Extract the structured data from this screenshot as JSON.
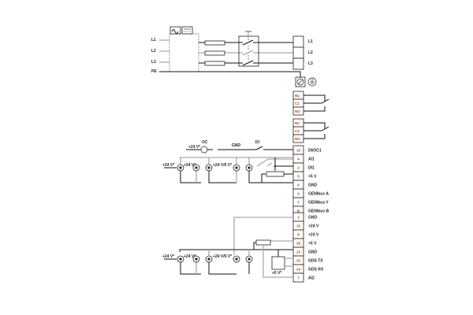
{
  "mains": {
    "inputs": [
      "L1",
      "L2",
      "L3",
      "PE"
    ],
    "outputs": [
      "L1",
      "L2",
      "L3"
    ]
  },
  "relays": [
    {
      "terminals": [
        "NC",
        "C1",
        "NO"
      ]
    },
    {
      "terminals": [
        "NC",
        "C2",
        "NO"
      ]
    }
  ],
  "terminal_group_1": [
    {
      "num": "10",
      "label": "DI/OC1"
    },
    {
      "num": "4",
      "label": "AI1"
    },
    {
      "num": "2",
      "label": "DI1"
    },
    {
      "num": "5",
      "label": "+5 V"
    },
    {
      "num": "6",
      "label": "GND"
    },
    {
      "num": "A",
      "label": "GENIbus A"
    },
    {
      "num": "Y",
      "label": "GENIbus Y"
    },
    {
      "num": "B",
      "label": "GENIbus B"
    }
  ],
  "terminal_group_2": [
    {
      "num": "3",
      "label": "GND"
    },
    {
      "num": "15",
      "label": "+24 V"
    },
    {
      "num": "8",
      "label": "+24 V"
    },
    {
      "num": "26",
      "label": "+5 V"
    },
    {
      "num": "23",
      "label": "GND"
    },
    {
      "num": "25",
      "label": "GDS TX"
    },
    {
      "num": "24",
      "label": "GDS RX"
    },
    {
      "num": "7",
      "label": "AI2"
    }
  ],
  "signal_labels": {
    "oc": "OC",
    "oc_supply": "+24 V*",
    "gnd": "GND",
    "di": "DI",
    "sensor_a1": "+24 V*",
    "sensor_a2": "+24 V*",
    "sensor_a3": "+24 V/5 V*",
    "sensor_b1": "+24 V*",
    "sensor_b2": "+24 V*",
    "sensor_b3": "+24 V/5 V*",
    "gds_supply": "+5 V*"
  },
  "icons": [
    "sine-wave-icon",
    "dc-icon",
    "earth-icon",
    "screw-terminal-icon"
  ]
}
